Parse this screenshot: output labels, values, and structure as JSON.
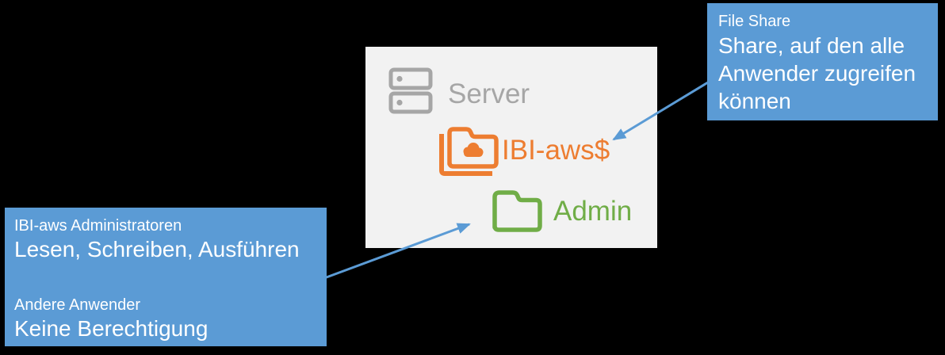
{
  "colors": {
    "background": "#000000",
    "panel_bg": "#F2F2F2",
    "callout_blue": "#5B9BD5",
    "arrow_blue": "#5B9BD5",
    "server_gray": "#A6A6A6",
    "share_orange": "#ED7D31",
    "admin_green": "#70AD47",
    "callout_text": "#FFFFFF"
  },
  "panel": {
    "server_label": "Server",
    "share_label": "IBI-aws$",
    "admin_label": "Admin"
  },
  "icons": {
    "server": "server-icon",
    "share": "shared-folder-cloud-icon",
    "admin": "folder-icon"
  },
  "callout_file_share": {
    "title": "File Share",
    "lines": [
      "Share, auf den alle",
      "Anwender zugreifen",
      "können"
    ]
  },
  "callout_permissions": {
    "group1_name": "IBI-aws Administratoren",
    "group1_rights": "Lesen, Schreiben, Ausführen",
    "group2_name": "Andere Anwender",
    "group2_rights": "Keine Berechtigung"
  }
}
